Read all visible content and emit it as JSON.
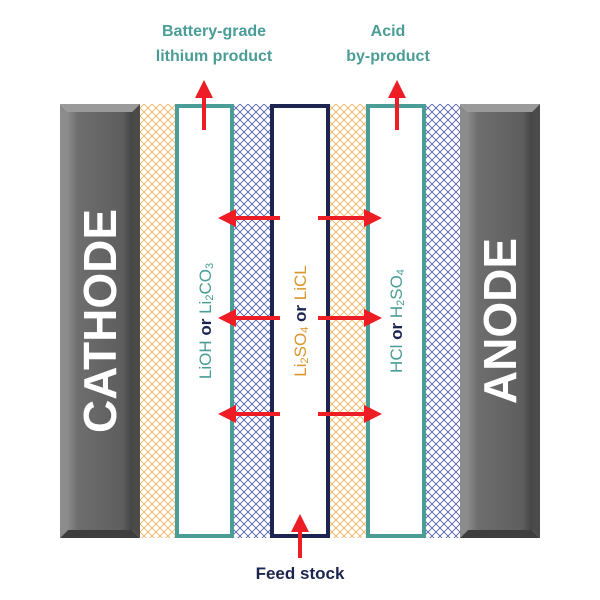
{
  "electrodes": {
    "cathode": {
      "label": "CATHODE"
    },
    "anode": {
      "label": "ANODE"
    }
  },
  "outputs": {
    "lithium": {
      "line1": "Battery-grade",
      "line2": "lithium product"
    },
    "acid": {
      "line1": "Acid",
      "line2": "by-product"
    }
  },
  "input": {
    "label": "Feed stock"
  },
  "channels": {
    "lithium": {
      "part1": "LiOH",
      "or": " or ",
      "part2": "Li",
      "sub1": "2",
      "part3": "CO",
      "sub2": "3"
    },
    "feed": {
      "part1": "Li",
      "sub1": "2",
      "part2": "SO",
      "sub2": "4",
      "or": " or ",
      "part3": "LiCL"
    },
    "acid": {
      "part1": "HCl",
      "or": " or ",
      "part2": "H",
      "sub1": "2",
      "part3": "SO",
      "sub2": "4"
    }
  },
  "colors": {
    "electrode": "#6b6b6b",
    "teal": "#4a9d96",
    "navy": "#1c2550",
    "orange": "#d9962a",
    "arrow": "#ee1c24",
    "membrane_orange": "#f0b25a",
    "membrane_blue": "#4c5aa8"
  }
}
